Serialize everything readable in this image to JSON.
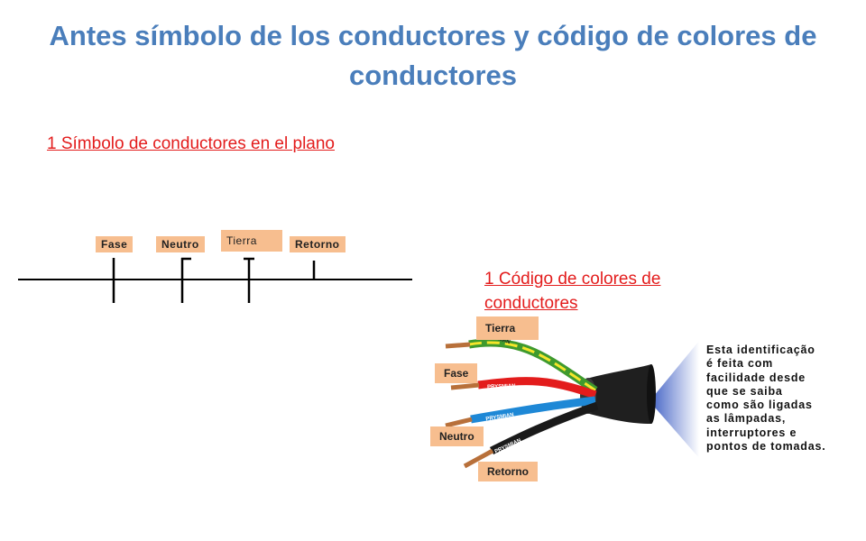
{
  "title": "Antes símbolo de los conductores y código de colores de conductores",
  "section1": {
    "heading": "1 Símbolo de conductores en el plano",
    "labels": {
      "fase": "Fase",
      "neutro": "Neutro",
      "tierra": "Tierra",
      "retorno": "Retorno"
    }
  },
  "section2": {
    "heading": "1 Código de colores de conductores",
    "labels": {
      "tierra": "Tierra",
      "fase": "Fase",
      "neutro": "Neutro",
      "retorno": "Retorno"
    },
    "cable_brand": "PRYSMIAN",
    "note_lines": [
      "Esta identificação",
      "é feita com",
      "facilidade desde",
      "que se saiba",
      "como são ligadas",
      "as lâmpadas,",
      "interruptores e",
      "pontos de tomadas."
    ],
    "wire_colors": {
      "tierra": "#3f9a2e",
      "fase": "#e31c1c",
      "neutro": "#1e88d6",
      "retorno": "#1a1a1a",
      "copper": "#b8703a"
    }
  }
}
